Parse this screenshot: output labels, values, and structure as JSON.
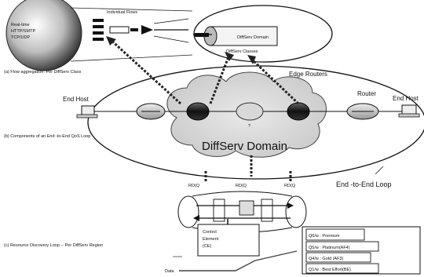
{
  "sections": {
    "a_caption": "(a) Flow aggregation: Per   DiffServ   Class",
    "b_caption": "(b) Components of an End   -to-End  QoS  Loop",
    "c_caption": "(c) Resource Discovery Loop    -- Per  DiffServ    Region"
  },
  "top_left_circle": {
    "title": "Individual Flows",
    "labels": [
      "Real-time",
      "HTTP/SMTP",
      "TCP/UDP"
    ]
  },
  "top_right_circle": {
    "pipe_label": "DiffServ   Domain",
    "class_label": "DiffServ   Classes"
  },
  "main": {
    "domain_label": "DiffServ Domain",
    "edge_routers_label": "Edge Routers",
    "left_host": "End Host",
    "right_host": "End Host",
    "router_label": "Router",
    "core_label": "?",
    "loop_label": "End -to-End Loop"
  },
  "resource_loop": {
    "rd_labels": [
      "RD(Q",
      "RD(Q",
      "RD(Q"
    ],
    "control_box_lines": [
      "Control",
      "Element",
      "(CE)"
    ]
  },
  "classes": [
    "Q6/w : Premium",
    "Q5/w : Platinum(AF4)",
    "Q4/w : Gold (AF3)",
    "Q1/w : Best Effort(BE)"
  ],
  "bottom_left": "Data"
}
